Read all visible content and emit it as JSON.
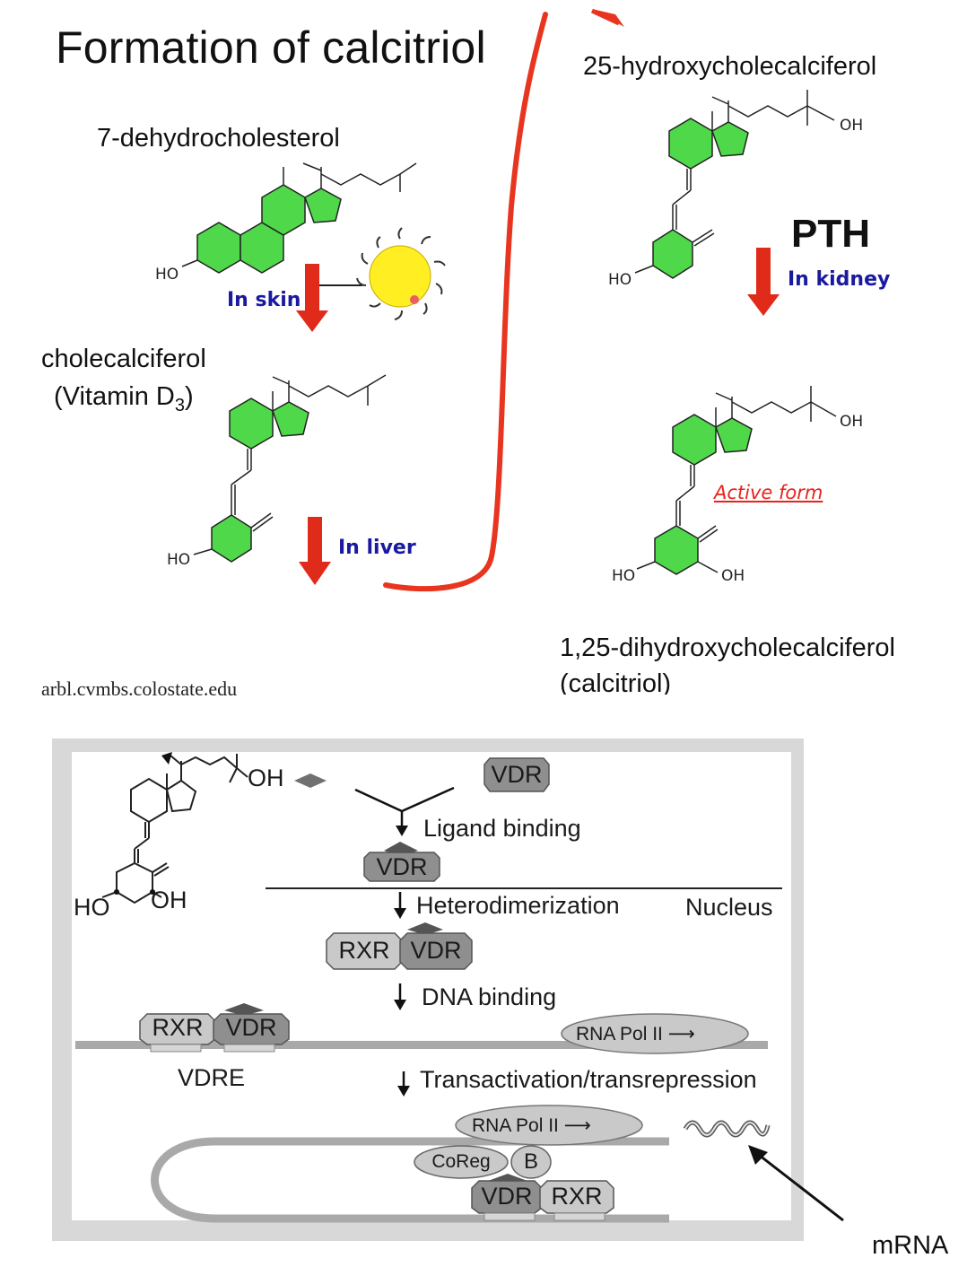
{
  "title": "Formation of calcitriol",
  "compounds": {
    "dehydrocholesterol": "7-dehydrocholesterol",
    "cholecalciferol": "cholecalciferol",
    "vitamin_d3": "(Vitamin D",
    "vitamin_d3_sub": "3",
    "vitamin_d3_close": ")",
    "hydroxy": "25-hydroxycholecalciferol",
    "dihydroxy": "1,25-dihydroxycholecalciferol",
    "calcitriol": "(calcitriol)"
  },
  "steps": {
    "skin": "In skin",
    "liver": "In liver",
    "kidney": "In kidney",
    "pth": "PTH",
    "active": "Active form"
  },
  "chem_labels": {
    "ho": "HO",
    "oh": "OH"
  },
  "source": "arbl.cvmbs.colostate.edu",
  "mechanism": {
    "ligand_oh": "OH",
    "ho": "HO",
    "oh": "OH",
    "vdr": "VDR",
    "rxr": "RXR",
    "ligand_binding": "Ligand binding",
    "heterodimerization": "Heterodimerization",
    "nucleus": "Nucleus",
    "dna_binding": "DNA binding",
    "vdre": "VDRE",
    "rna_pol": "RNA Pol II",
    "transactivation": "Transactivation/transrepression",
    "coreg": "CoReg",
    "b": "B",
    "mrna": "mRNA"
  },
  "colors": {
    "ring_green": "#4fd84a",
    "arrow_red": "#e02a1a",
    "curve_red": "#e8351f",
    "label_blue": "#1a1aa0",
    "protein_gray": "#8f8f8f",
    "protein_light": "#c9c9c9",
    "dna_gray": "#a9a9a9"
  }
}
